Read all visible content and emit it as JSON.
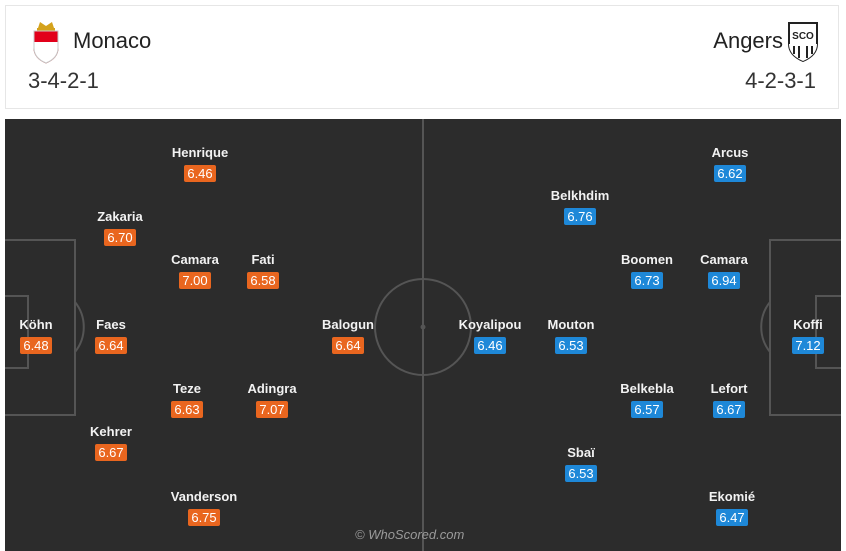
{
  "home": {
    "name": "Monaco",
    "formation": "3-4-2-1",
    "rating_color": "#e9661f",
    "crest_icon": "monaco-crest-icon",
    "players": [
      {
        "name": "Köhn",
        "rating": "6.48"
      },
      {
        "name": "Henrique",
        "rating": "6.46"
      },
      {
        "name": "Zakaria",
        "rating": "6.70"
      },
      {
        "name": "Camara",
        "rating": "7.00"
      },
      {
        "name": "Fati",
        "rating": "6.58"
      },
      {
        "name": "Faes",
        "rating": "6.64"
      },
      {
        "name": "Balogun",
        "rating": "6.64"
      },
      {
        "name": "Teze",
        "rating": "6.63"
      },
      {
        "name": "Adingra",
        "rating": "7.07"
      },
      {
        "name": "Kehrer",
        "rating": "6.67"
      },
      {
        "name": "Vanderson",
        "rating": "6.75"
      }
    ]
  },
  "away": {
    "name": "Angers",
    "formation": "4-2-3-1",
    "rating_color": "#1e88d8",
    "crest_icon": "angers-sco-crest-icon",
    "crest_text": "SCO",
    "players": [
      {
        "name": "Arcus",
        "rating": "6.62"
      },
      {
        "name": "Belkhdim",
        "rating": "6.76"
      },
      {
        "name": "Boomen",
        "rating": "6.73"
      },
      {
        "name": "Camara",
        "rating": "6.94"
      },
      {
        "name": "Koyalipou",
        "rating": "6.46"
      },
      {
        "name": "Mouton",
        "rating": "6.53"
      },
      {
        "name": "Koffi",
        "rating": "7.12"
      },
      {
        "name": "Belkebla",
        "rating": "6.57"
      },
      {
        "name": "Lefort",
        "rating": "6.67"
      },
      {
        "name": "Sbaï",
        "rating": "6.53"
      },
      {
        "name": "Ekomié",
        "rating": "6.47"
      }
    ]
  },
  "pitch": {
    "background": "#2c2c2c",
    "line_color": "#555555"
  },
  "watermark": "© WhoScored.com"
}
